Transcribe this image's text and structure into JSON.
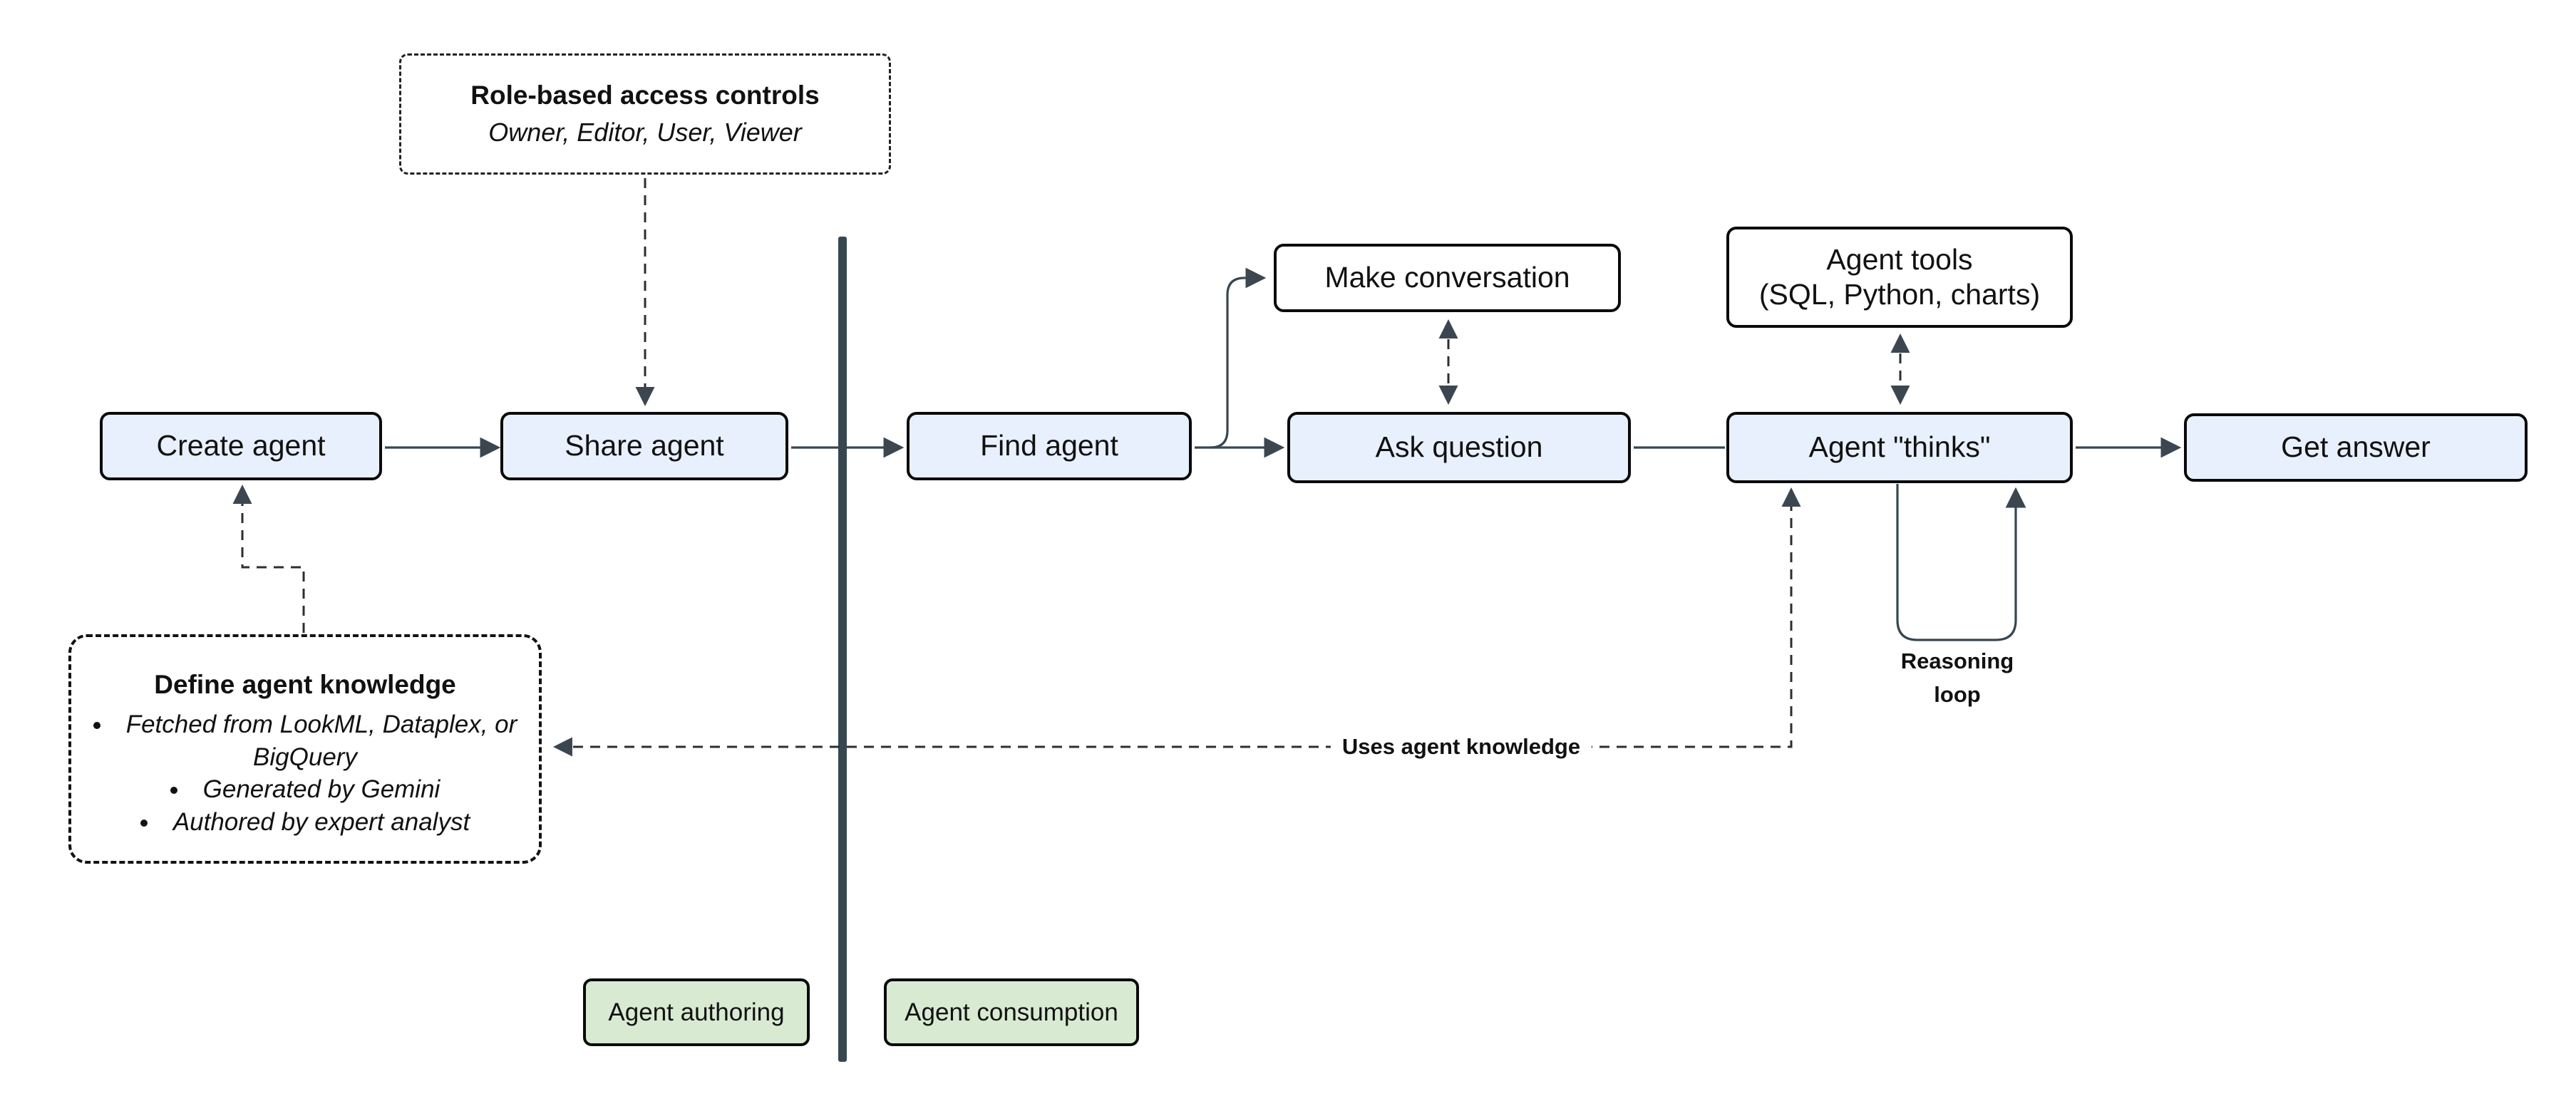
{
  "diagram": {
    "nodes": {
      "create_agent": "Create agent",
      "share_agent": "Share agent",
      "find_agent": "Find agent",
      "ask_question": "Ask question",
      "make_conversation": "Make conversation",
      "agent_tools_line1": "Agent tools",
      "agent_tools_line2": "(SQL, Python, charts)",
      "agent_thinks": "Agent \"thinks\"",
      "get_answer": "Get answer"
    },
    "notes": {
      "rbac_title": "Role-based access controls",
      "rbac_subtitle": "Owner, Editor, User, Viewer",
      "knowledge_title": "Define agent knowledge",
      "knowledge_bullets": [
        "Fetched from LookML, Dataplex, or BigQuery",
        "Generated by Gemini",
        "Authored by expert analyst"
      ]
    },
    "labels": {
      "uses_agent_knowledge": "Uses agent knowledge",
      "reasoning_loop_line1": "Reasoning",
      "reasoning_loop_line2": "loop"
    },
    "tags": {
      "authoring": "Agent authoring",
      "consumption": "Agent consumption"
    },
    "colors": {
      "process_fill": "#e8f0fe",
      "tool_fill": "#ffffff",
      "tag_fill": "#d9ead3",
      "connector": "#37474f",
      "border": "#0a0a0a"
    }
  }
}
